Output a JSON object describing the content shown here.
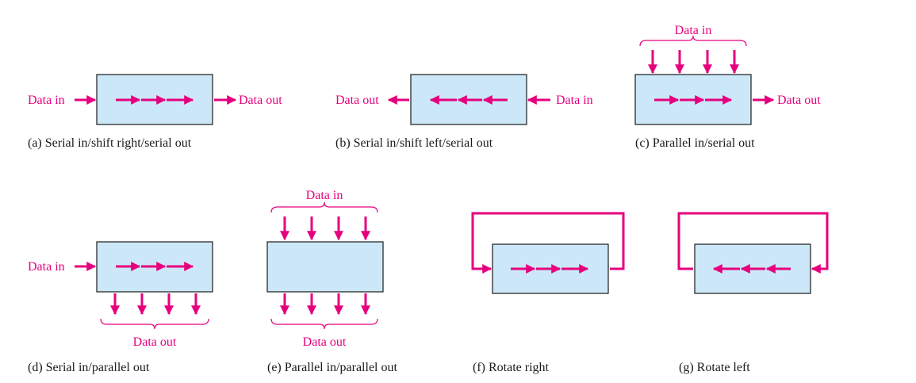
{
  "colors": {
    "arrow": "#e6007e",
    "register_fill": "#cce8f8",
    "outline": "#1a1a1a",
    "caption": "#1a1a1a"
  },
  "panels": {
    "a": {
      "caption": "(a) Serial in/shift right/serial out",
      "input_label": "Data in",
      "output_label": "Data out"
    },
    "b": {
      "caption": "(b) Serial in/shift left/serial out",
      "input_label": "Data in",
      "output_label": "Data out"
    },
    "c": {
      "caption": "(c) Parallel in/serial out",
      "input_label": "Data in",
      "output_label": "Data out"
    },
    "d": {
      "caption": "(d) Serial in/parallel out",
      "input_label": "Data in",
      "output_label": "Data out"
    },
    "e": {
      "caption": "(e) Parallel in/parallel out",
      "input_label": "Data in",
      "output_label": "Data out"
    },
    "f": {
      "caption": "(f) Rotate right"
    },
    "g": {
      "caption": "(g) Rotate left"
    }
  }
}
